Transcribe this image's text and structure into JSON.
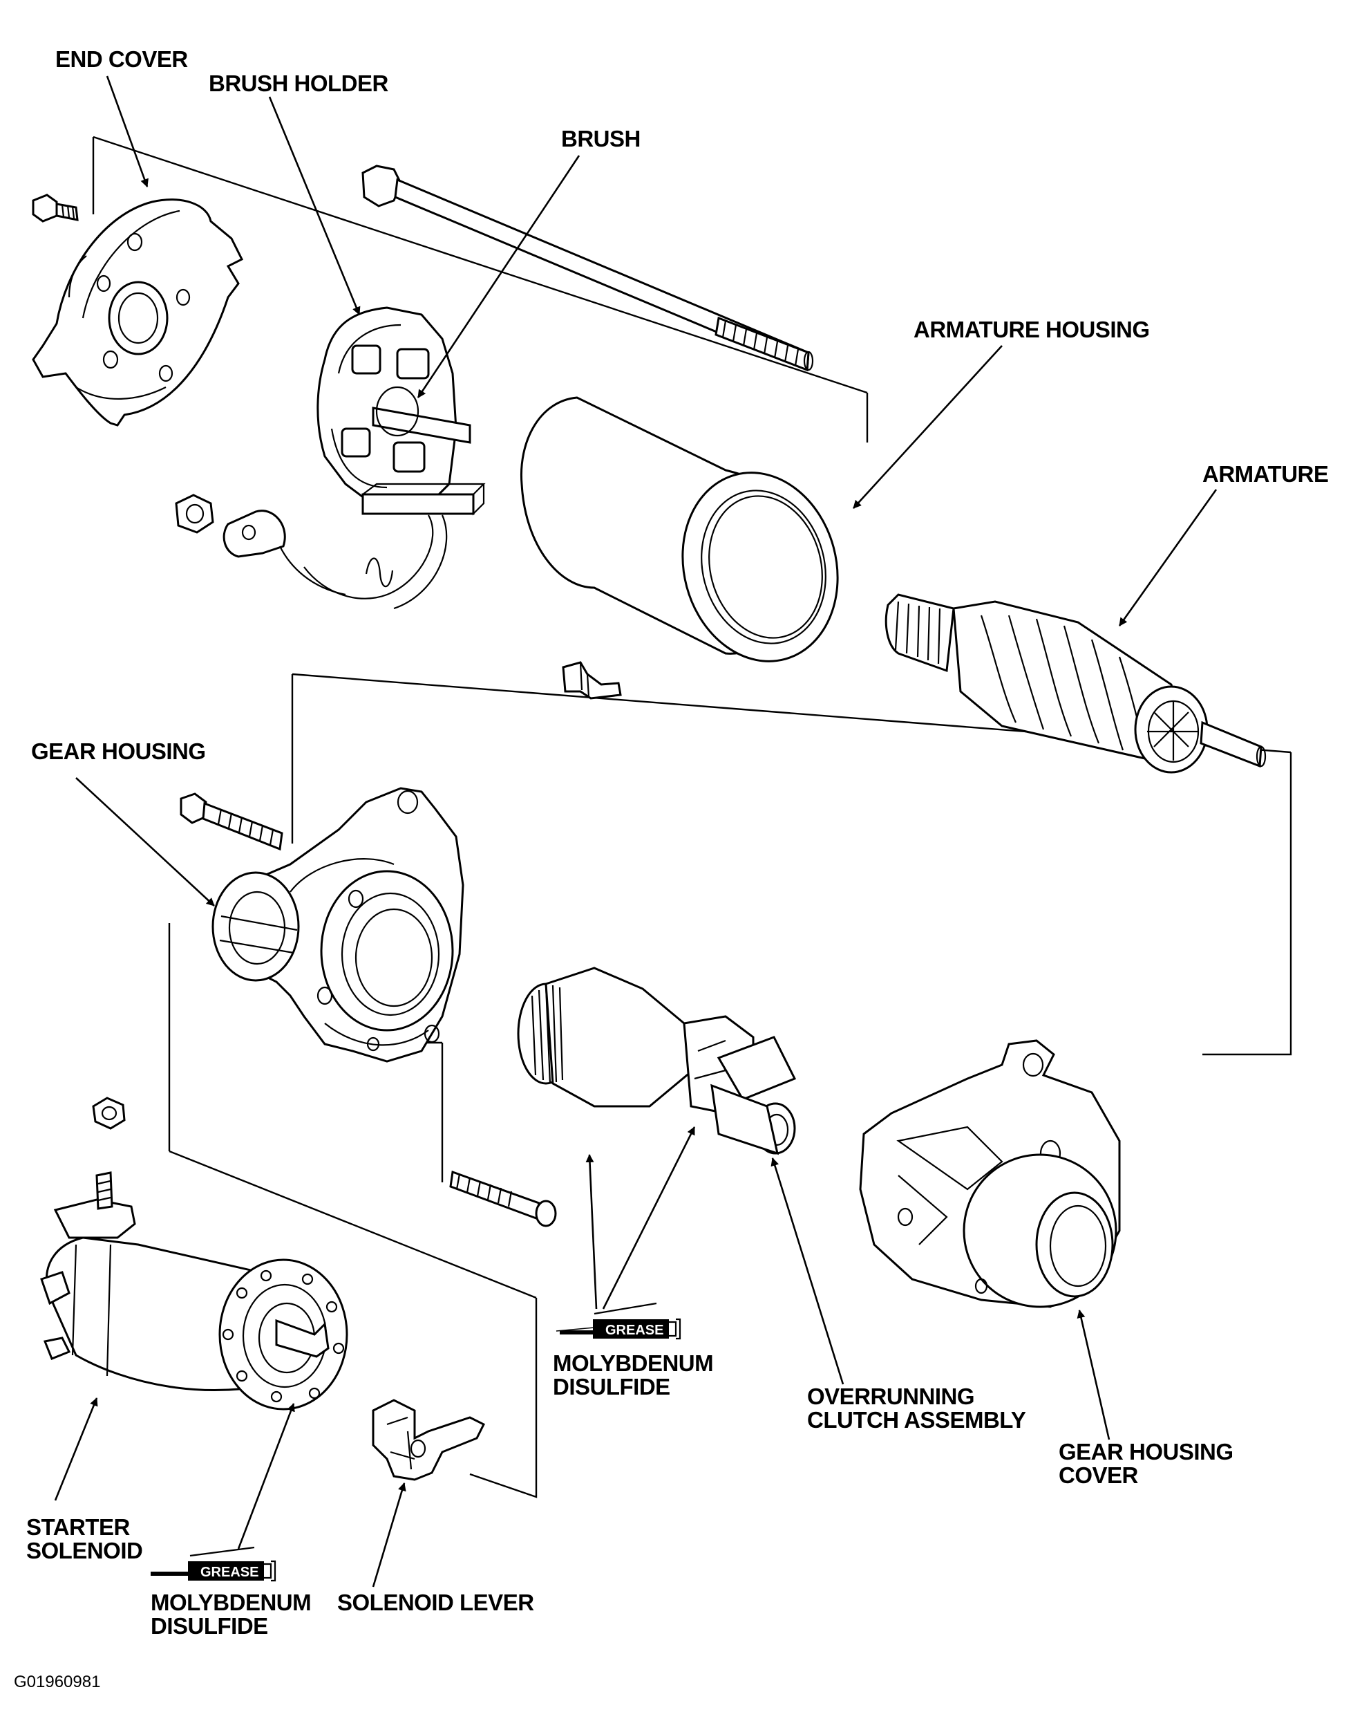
{
  "labels": {
    "end_cover": "END COVER",
    "brush_holder": "BRUSH HOLDER",
    "brush": "BRUSH",
    "armature_housing": "ARMATURE HOUSING",
    "armature": "ARMATURE",
    "gear_housing": "GEAR HOUSING",
    "molybdenum_1": "MOLYBDENUM",
    "disulfide_1": "DISULFIDE",
    "overrunning": "OVERRUNNING",
    "clutch_assembly": "CLUTCH ASSEMBLY",
    "gear_housing_cover_1": "GEAR HOUSING",
    "gear_housing_cover_2": "COVER",
    "starter_1": "STARTER",
    "starter_2": "SOLENOID",
    "molybdenum_2": "MOLYBDENUM",
    "disulfide_2": "DISULFIDE",
    "solenoid_lever": "SOLENOID LEVER",
    "grease_1": "GREASE",
    "grease_2": "GREASE"
  },
  "figure_code": "G01960981"
}
